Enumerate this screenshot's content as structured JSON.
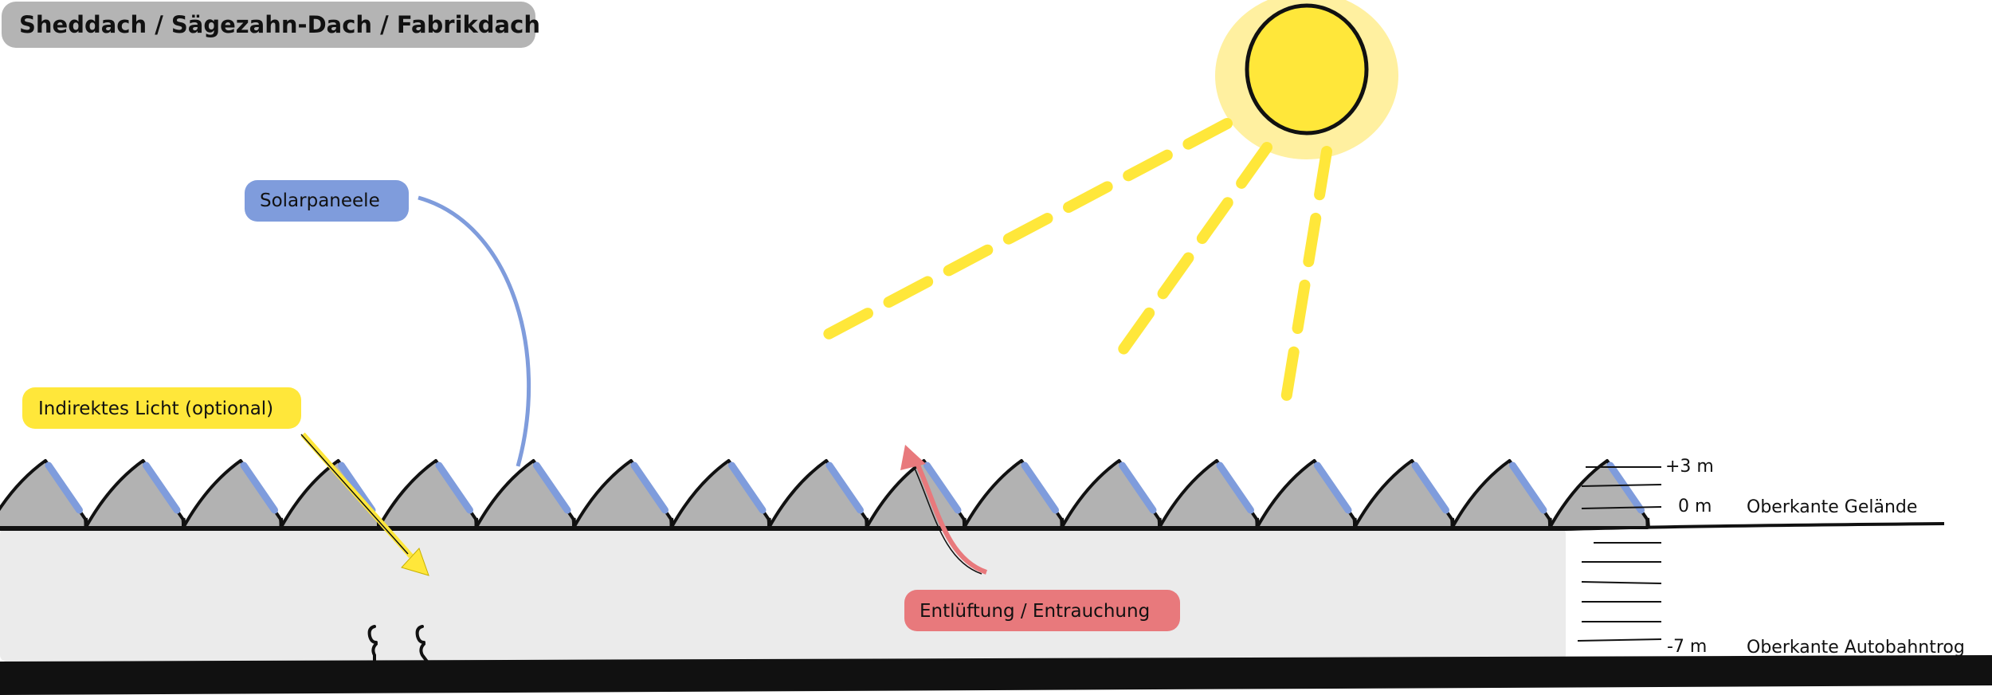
{
  "title": "Sheddach / Sägezahn-Dach / Fabrikdach",
  "labels": {
    "solar": "Solarpaneele",
    "light": "Indirektes Licht (optional)",
    "vent": "Entlüftung / Entrauchung"
  },
  "levels": [
    {
      "value": "+3 m",
      "desc": ""
    },
    {
      "value": "0 m",
      "desc": "Oberkante Gelände"
    },
    {
      "value": "-7 m",
      "desc": "Oberkante Autobahntrog"
    }
  ],
  "colors": {
    "title_bg": "#b4b4b4",
    "solar": "#7f9cdc",
    "sun": "#ffe73a",
    "sun_glow": "#fff0a0",
    "vent": "#e8797c",
    "roof": "#b2b2b2",
    "trough": "#ebebeb",
    "outline": "#111111"
  }
}
